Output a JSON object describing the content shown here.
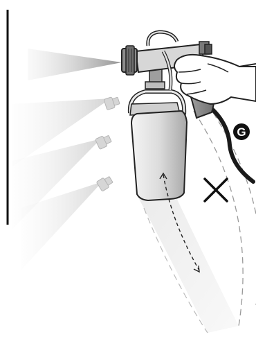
{
  "illustration": {
    "callout_letter": "G",
    "colors": {
      "ink": "#111111",
      "steel_light": "#e6e6e6",
      "steel_mid": "#bdbdbd",
      "steel_dark": "#7d7d7d",
      "grip_grey": "#8a8a8a",
      "spray_grey": "#9a9a9a",
      "ghost_grey": "#cfcfcf",
      "background": "#ffffff"
    },
    "icons": [
      "wall-line",
      "spray-gun",
      "hand",
      "paint-cup",
      "air-hose",
      "wrong-x-mark",
      "tilt-arc-arrow",
      "ghost-nozzle"
    ]
  }
}
